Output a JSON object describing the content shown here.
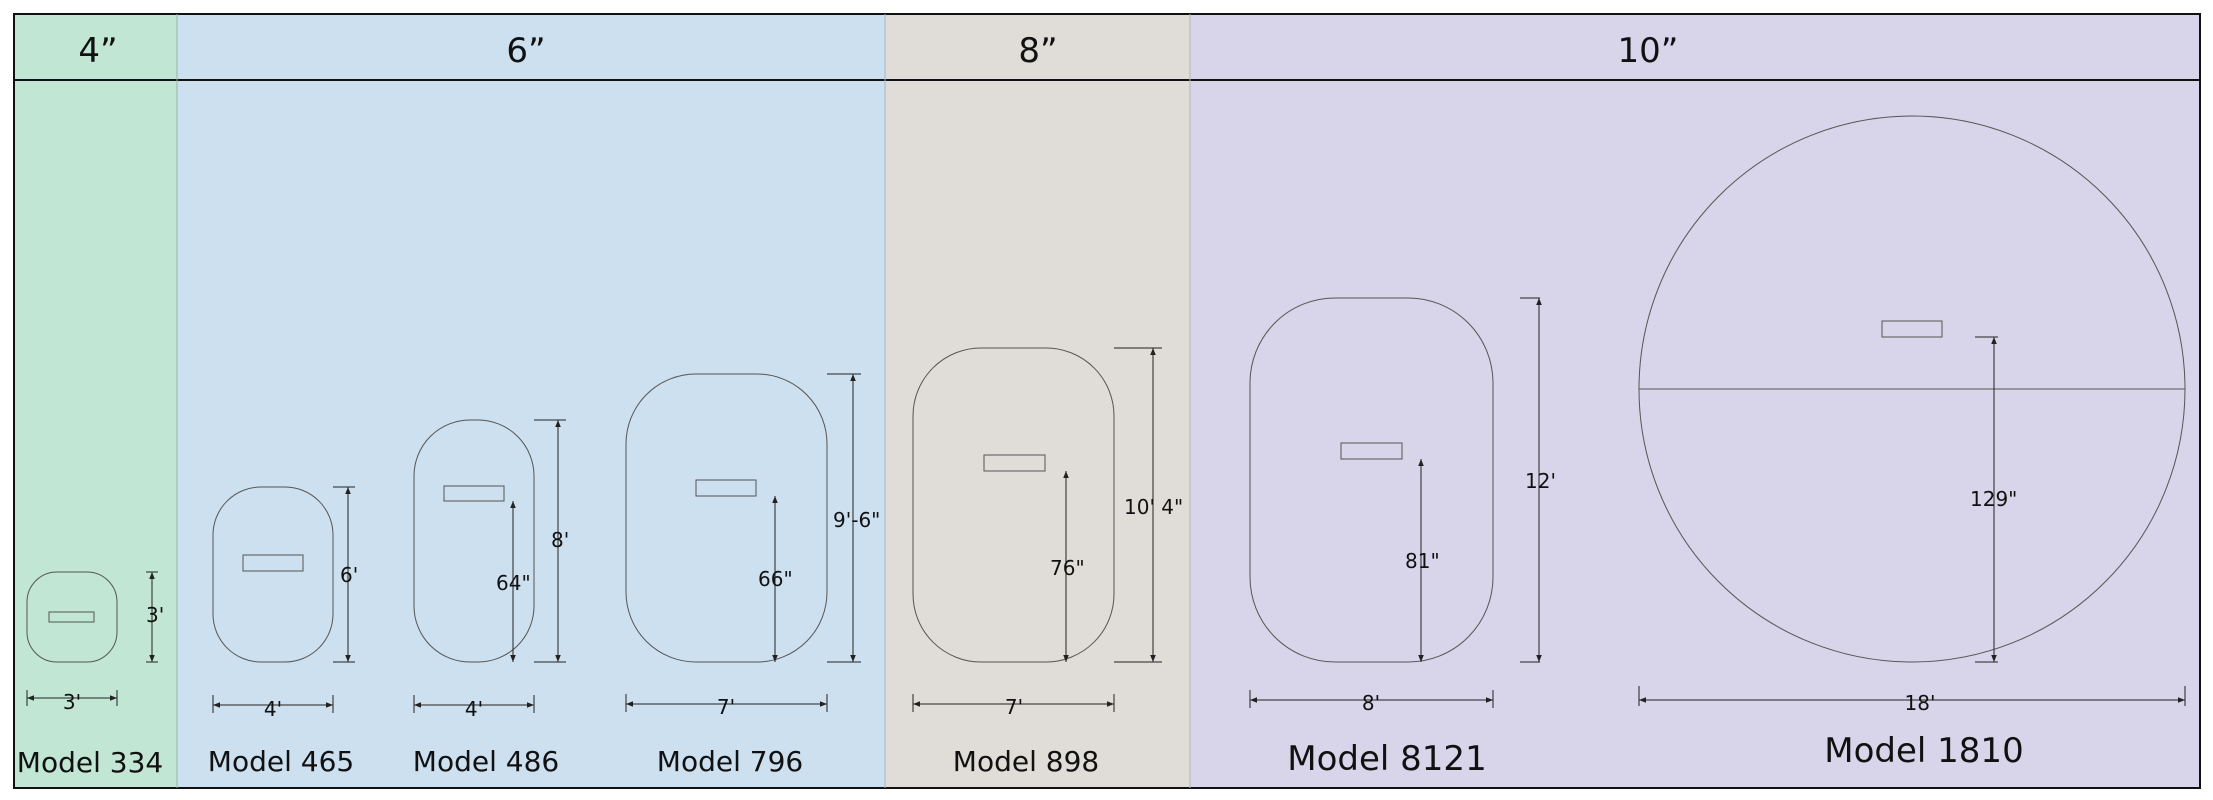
{
  "colors": {
    "group_4in": "#c1e6d4",
    "group_6in": "#cde0ef",
    "group_8in": "#e0dcd7",
    "group_10in": "#d8d4e9",
    "border": "#111111",
    "outline": "#555555"
  },
  "groups": [
    {
      "id": "4in",
      "label": "4”"
    },
    {
      "id": "6in",
      "label": "6”"
    },
    {
      "id": "8in",
      "label": "8”"
    },
    {
      "id": "10in",
      "label": "10”"
    }
  ],
  "models": [
    {
      "name": "Model 334",
      "width_label": "3'",
      "height_label": "3'",
      "inner_label": ""
    },
    {
      "name": "Model 465",
      "width_label": "4'",
      "height_label": "6'",
      "inner_label": ""
    },
    {
      "name": "Model 486",
      "width_label": "4'",
      "height_label": "8'",
      "inner_label": "64\""
    },
    {
      "name": "Model 796",
      "width_label": "7'",
      "height_label": "9'-6\"",
      "inner_label": "66\""
    },
    {
      "name": "Model 898",
      "width_label": "7'",
      "height_label": "10' 4\"",
      "inner_label": "76\""
    },
    {
      "name": "Model 8121",
      "width_label": "8'",
      "height_label": "12'",
      "inner_label": "81\""
    },
    {
      "name": "Model 1810",
      "width_label": "18'",
      "height_label": "",
      "inner_label": "129\""
    }
  ]
}
